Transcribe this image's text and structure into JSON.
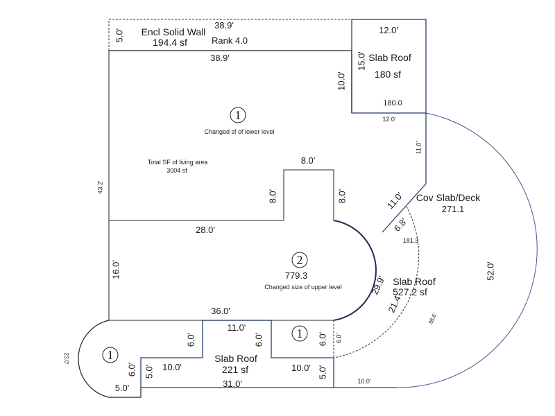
{
  "areas": {
    "encl_solid_wall": {
      "label": "Encl Solid Wall",
      "area": "194.4 sf",
      "rank": "Rank 4.0",
      "top_dim": "38.9'",
      "bottom_dim": "38.9'",
      "side_dim": "5.0'"
    },
    "slab_roof_top": {
      "label": "Slab Roof",
      "area": "180 sf",
      "value": "180.0",
      "top_dim": "12.0'",
      "bottom_dim": "12.0'",
      "side_dim": "15.0'"
    },
    "lower_level": {
      "marker": "1",
      "note": "Changed sf of lower level",
      "left_dim": "43.2'",
      "right_dim": "10.0'"
    },
    "total_living": {
      "label": "Total SF of living area",
      "area": "3004 sf"
    },
    "bump": {
      "top_dim": "8.0'",
      "left_dim": "8.0'",
      "right_dim": "8.0'",
      "bottom_left_dim": "28.0'"
    },
    "upper_level": {
      "marker": "2",
      "area": "779.3",
      "note": "Changed size of upper level",
      "left_dim": "16.0'",
      "bottom_dim": "36.0'"
    },
    "cov_slab_deck": {
      "label": "Cov Slab/Deck",
      "area": "271.1",
      "diag_dim": "11.0'",
      "side_dim": "11.0'",
      "outer_arc_dim": "52.0'"
    },
    "slab_roof_arc": {
      "label": "Slab Roof",
      "area": "527.2 sf",
      "inner_value": "181.3",
      "short_dim": "6.8'",
      "arc_dim": "29.9'",
      "radial_dim": "21.4'",
      "dashed_arc_dim": "38.6'",
      "side_dim": "6.0'",
      "bottom_dim": "10.0'"
    },
    "slab_roof_bottom": {
      "label": "Slab Roof",
      "area": "221 sf",
      "top_dim": "11.0'",
      "left_step_dim": "6.0'",
      "right_step_dim": "6.0'",
      "left_dim": "5.0'",
      "left_run_dim": "10.0'",
      "right_run_dim": "10.0'",
      "right_dim": "5.0'",
      "bottom_dim": "31.0'"
    },
    "small_box": {
      "marker": "1",
      "side_dim": "6.0'"
    },
    "west_semicircle": {
      "marker": "1",
      "arc_dim": "23.0'",
      "side_dim": "6.0'",
      "bottom_dim": "5.0'"
    }
  },
  "colors": {
    "wall": "#555555",
    "outline_blue": "#2a3f73",
    "text": "#1a1a1a"
  }
}
